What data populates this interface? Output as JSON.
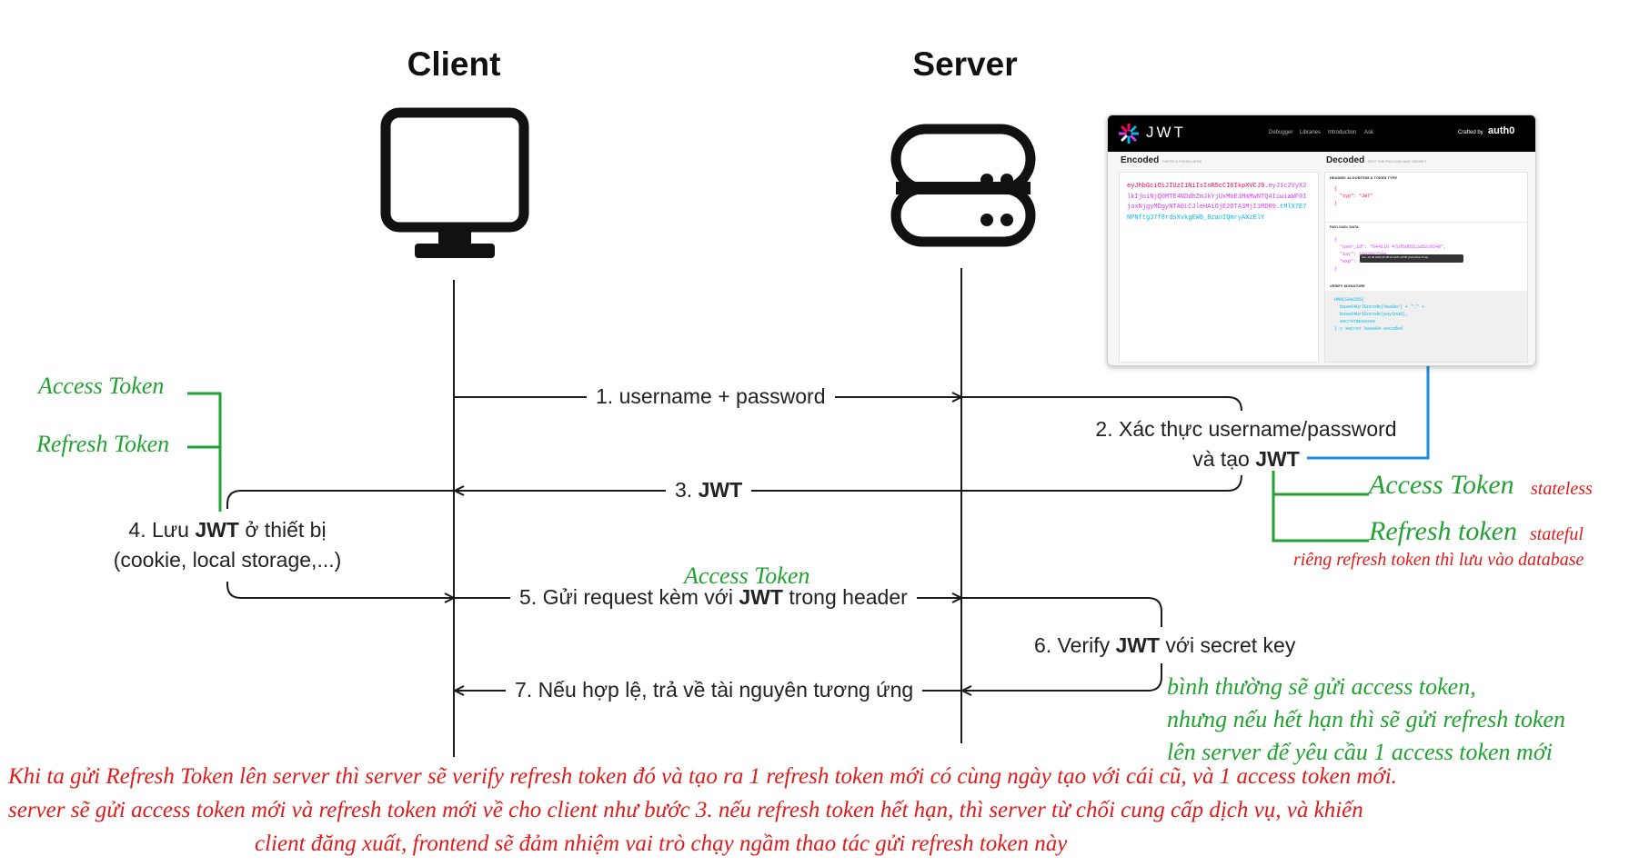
{
  "headings": {
    "client": "Client",
    "server": "Server"
  },
  "flow": {
    "step1": "1. username + password",
    "step2_line1": "2. Xác thực username/password",
    "step2_line2_prefix": "và tạo ",
    "step2_line2_bold": "JWT",
    "step3_prefix": "3. ",
    "step3_bold": "JWT",
    "step4_line1_prefix": "4. Lưu ",
    "step4_line1_bold": "JWT",
    "step4_line1_suffix": " ở thiết bị",
    "step4_line2": "(cookie, local storage,...)",
    "step5_prefix": "5. Gửi request kèm với ",
    "step5_bold": "JWT",
    "step5_suffix": " trong header",
    "step6_prefix": "6. Verify ",
    "step6_bold": "JWT",
    "step6_suffix": " với secret key",
    "step7": "7. Nếu hợp lệ, trả về tài nguyên tương ứng"
  },
  "annotations": {
    "client_access_token": "Access Token",
    "client_refresh_token": "Refresh Token",
    "server_access_token": "Access Token",
    "server_access_note": "stateless",
    "server_refresh_token": "Refresh token",
    "server_refresh_note": "stateful",
    "server_db_note": "riêng refresh token thì lưu vào database",
    "header_access_token": "Access Token",
    "verify_note_1": "bình thường sẽ gửi access token,",
    "verify_note_2": "nhưng nếu hết hạn thì sẽ gửi refresh token",
    "verify_note_3": "lên server để yêu cầu 1 access token mới",
    "bottom_1": "Khi ta gửi Refresh Token lên server thì server sẽ verify refresh token đó và tạo ra 1 refresh token mới có cùng ngày tạo với cái cũ, và 1 access token mới.",
    "bottom_2": "server sẽ gửi access token mới và refresh token mới về cho client như bước 3. nếu refresh token hết hạn, thì server từ chối cung cấp dịch vụ, và khiến",
    "bottom_3": "client đăng xuất, frontend sẽ đảm nhiệm vai trò chạy ngầm thao tác gửi refresh token này"
  },
  "jwt_panel": {
    "brand": "JWT",
    "nav": [
      "Debugger",
      "Libraries",
      "Introduction",
      "Ask"
    ],
    "crafted_by": "Crafted by",
    "auth0": "auth0",
    "encoded_title": "Encoded",
    "encoded_sub": "PASTE A TOKEN HERE",
    "decoded_title": "Decoded",
    "decoded_sub": "EDIT THE PAYLOAD AND SECRET",
    "token_header": "eyJhbGciOiJIUzI1NiIsInR5cCI6IkpXVCJ9.",
    "token_payload": "eyJ1c2VyX2lkIjoiNjQ0MTE4NDdhZmJkYjUxMmE1MmMwNTQ4IiwiaWF0IjoxNjgyMDgyNTA0LCJleHAiOjE2OTA3MjI1MDR9.",
    "token_signature": "tMlX7E7NPNftg37f8rdsXvkgEW8_8zanIQmryAXzElY",
    "section_header": "HEADER: ALGORITHM & TOKEN TYPE",
    "section_payload": "PAYLOAD: DATA",
    "section_signature": "VERIFY SIGNATURE",
    "header_code": "{\n  \"typ\": \"JWT\"\n}",
    "payload_code": "{\n  \"user_id\": \"644118 47afbdb512a52c0548\",\n  \"iat\": 1682082504,\n  \"exp\": 1690722504\n}",
    "signature_code": "HMACSHA256(\n  base64UrlEncode(header) + \".\" +\n  base64UrlEncode(payload),\n  secretmesssss\n) ▢ secret base64 encoded",
    "tooltip": "Sun Jul 30 2023 20:28:24 GMT+0700 (Indochina Time)"
  },
  "colors": {
    "line": "#1a1a1a",
    "green": "#22a232",
    "red": "#e01b1b",
    "blue": "#1c8de0"
  },
  "icons": {
    "client": "monitor-icon",
    "server": "server-icon",
    "jwt_logo": "jwt-logo-icon"
  }
}
